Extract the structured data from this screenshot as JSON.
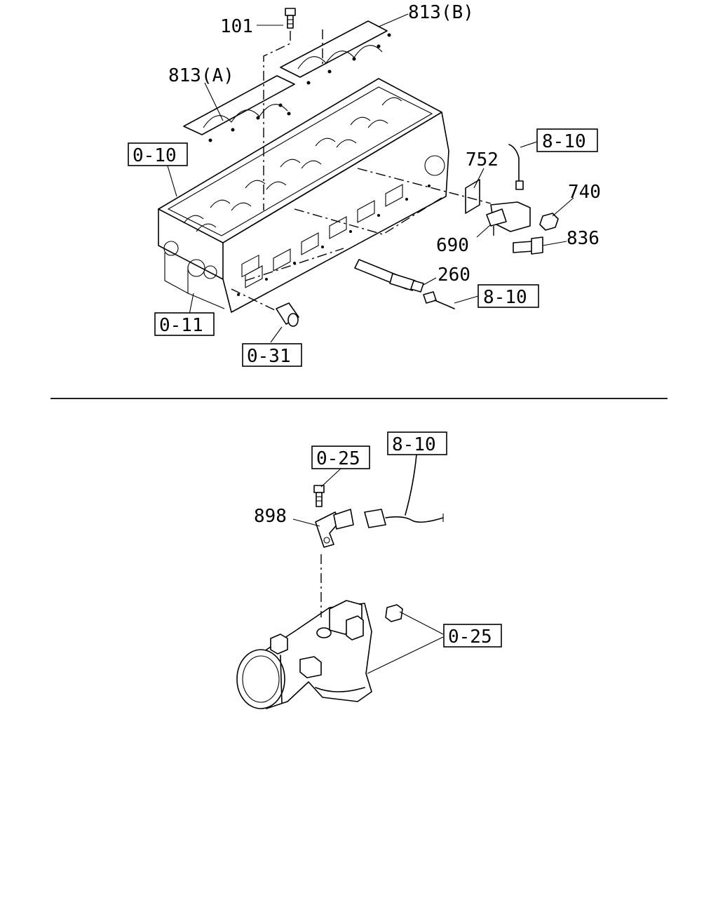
{
  "top_section": {
    "labels": {
      "bolt_101": "101",
      "gasket_813a": "813(A)",
      "gasket_813b": "813(B)",
      "ref_head": "0-10",
      "part_752": "752",
      "ref_harness_top": "8-10",
      "part_740": "740",
      "part_690": "690",
      "part_836": "836",
      "part_260": "260",
      "ref_harness_mid": "8-10",
      "ref_block": "0-11",
      "ref_plug": "0-31"
    }
  },
  "bottom_section": {
    "labels": {
      "ref_bolt": "0-25",
      "ref_harness": "8-10",
      "part_898": "898",
      "ref_housing": "0-25"
    }
  }
}
